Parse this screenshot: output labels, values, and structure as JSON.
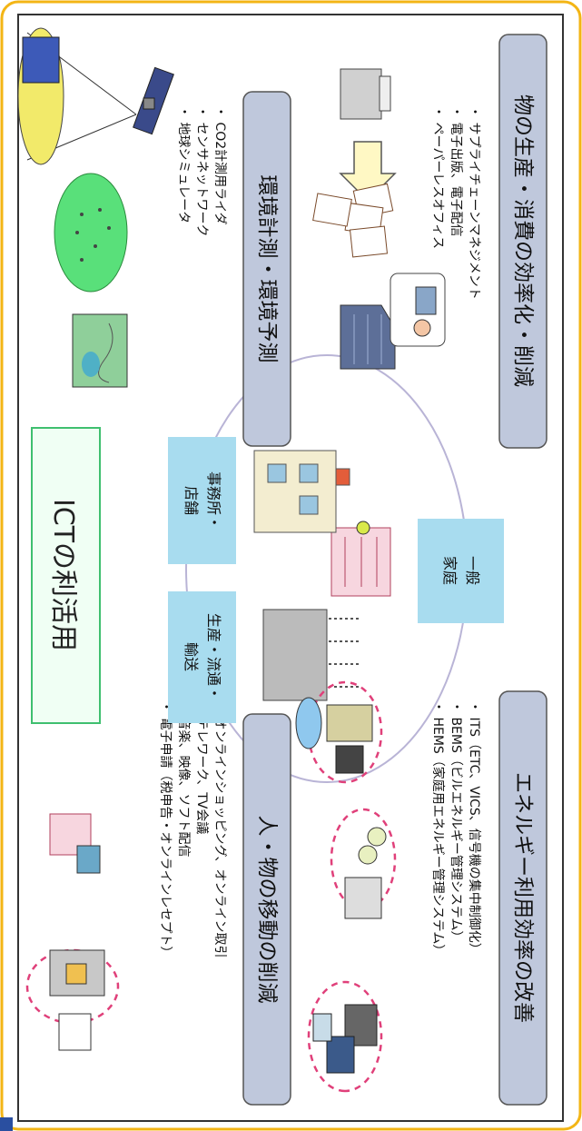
{
  "headers": {
    "goods": "物の生産・消費の効率化・削減",
    "energy": "エネルギー利用効率の改善",
    "people": "人・物の移動の削減",
    "environment": "環境計測・環境予測"
  },
  "bullets": {
    "goods": [
      "サプライチェーンマネジメント",
      "電子出版、電子配信",
      "ペーパーレスオフィス"
    ],
    "energy": [
      "ITS（ETC、VICS、信号機の集中制御化）",
      "BEMS（ビルエネルギー管理システム）",
      "HEMS（家庭用エネルギー管理システム）"
    ],
    "people": [
      "オンラインショッピング、オンライン取引",
      "テレワーク、TV会議",
      "音楽、映像、ソフト配信",
      "電子申請（税申告・オンラインレセプト）"
    ],
    "environment": [
      "CO2計測用ライダ",
      "センサネットワーク",
      "地球シミュレータ"
    ]
  },
  "sectors": {
    "home_line1": "一般",
    "home_line2": "家庭",
    "office_line1": "事務所・",
    "office_line2": "店舗",
    "production_line1": "生産・流通・",
    "production_line2": "輸送"
  },
  "center_label": "ICTの利活用",
  "colors": {
    "header_fill": "#bfc8dc",
    "sector_fill": "#a8dcef",
    "center_border": "#3fbf6f",
    "center_fill": "#f0fff4",
    "ellipse": "#b9b4d6",
    "dashed": "#e0407a",
    "frame": "#f3b515"
  }
}
